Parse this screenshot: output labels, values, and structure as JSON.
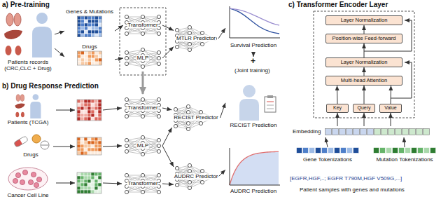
{
  "diagram": {
    "nodes": [
      {
        "text": [
          "Patients records (CRC,CLC + Drug)"
        ]
      },
      {
        "text": [
          "Genes & Mutations"
        ]
      },
      {
        "text": [
          "Drugs"
        ]
      },
      {
        "text": [
          "Transformer"
        ]
      },
      {
        "text": [
          "MLP"
        ]
      },
      {
        "text": [
          "MTLR Predictor"
        ]
      },
      {
        "text": [
          "Survival Prediction"
        ]
      },
      {
        "text": [
          "Patients (TCGA)"
        ]
      },
      {
        "text": [
          "Drugs"
        ]
      },
      {
        "text": [
          "Cancer Cell Line"
        ]
      },
      {
        "text": [
          "Transformer"
        ]
      },
      {
        "text": [
          "MLP"
        ]
      },
      {
        "text": [
          "Transformer"
        ]
      },
      {
        "text": [
          "RECIST Predictor"
        ]
      },
      {
        "text": [
          "AUDRC Predictor"
        ]
      },
      {
        "text": [
          "RECIST Prediction"
        ]
      },
      {
        "text": [
          "AUDRC Prediction"
        ]
      },
      {
        "text": [
          "Layer Normalization"
        ]
      },
      {
        "text": [
          "Position-wise Feed-forward"
        ]
      },
      {
        "text": [
          "Layer Normalization"
        ]
      },
      {
        "text": [
          "Multi-head Attention"
        ]
      },
      {
        "text": [
          "Key"
        ]
      },
      {
        "text": [
          "Query"
        ]
      },
      {
        "text": [
          "Value"
        ]
      },
      {
        "text": [
          "Embedding"
        ]
      },
      {
        "text": [
          "Gene Tokenizations"
        ]
      },
      {
        "text": [
          "Mutation Tokenizations"
        ]
      }
    ],
    "edges": [
      {
        "from": 0,
        "to": 1,
        "arrow": "to"
      },
      {
        "from": 0,
        "to": 2,
        "arrow": "to"
      },
      {
        "from": 1,
        "to": 3,
        "arrow": "to"
      },
      {
        "from": 2,
        "to": 4,
        "arrow": "to"
      },
      {
        "from": 3,
        "to": 5,
        "arrow": "to"
      },
      {
        "from": 4,
        "to": 5,
        "arrow": "to"
      },
      {
        "from": 5,
        "to": 6,
        "arrow": "to"
      },
      {
        "from": 4,
        "to": 10,
        "arrow": "to"
      },
      {
        "from": 10,
        "to": 13,
        "arrow": "to"
      },
      {
        "from": 11,
        "to": 13,
        "arrow": "to"
      },
      {
        "from": 11,
        "to": 14,
        "arrow": "to"
      },
      {
        "from": 12,
        "to": 14,
        "arrow": "to"
      },
      {
        "from": 13,
        "to": 15,
        "arrow": "to"
      },
      {
        "from": 14,
        "to": 16,
        "arrow": "to"
      },
      {
        "from": 20,
        "to": 19,
        "arrow": "to"
      },
      {
        "from": 19,
        "to": 18,
        "arrow": "to"
      },
      {
        "from": 18,
        "to": 17,
        "arrow": "to"
      },
      {
        "from": 21,
        "to": 20,
        "arrow": "to"
      },
      {
        "from": 22,
        "to": 20,
        "arrow": "to"
      },
      {
        "from": 23,
        "to": 20,
        "arrow": "to"
      },
      {
        "from": 24,
        "to": 21,
        "arrow": "to"
      },
      {
        "from": 24,
        "to": 22,
        "arrow": "to"
      },
      {
        "from": 24,
        "to": 23,
        "arrow": "to"
      },
      {
        "from": 25,
        "to": 24,
        "arrow": "to"
      },
      {
        "from": 26,
        "to": 24,
        "arrow": "to"
      }
    ],
    "labels": [
      "a) Pre-training",
      "b) Drug Response Prediction",
      "c) Transformer Encoder Layer",
      "+",
      "(Joint training)",
      "[EGFR,HGF,..; EGFR T790M,HGF V509G,...]",
      "Patient samples with genes and mutations"
    ]
  }
}
